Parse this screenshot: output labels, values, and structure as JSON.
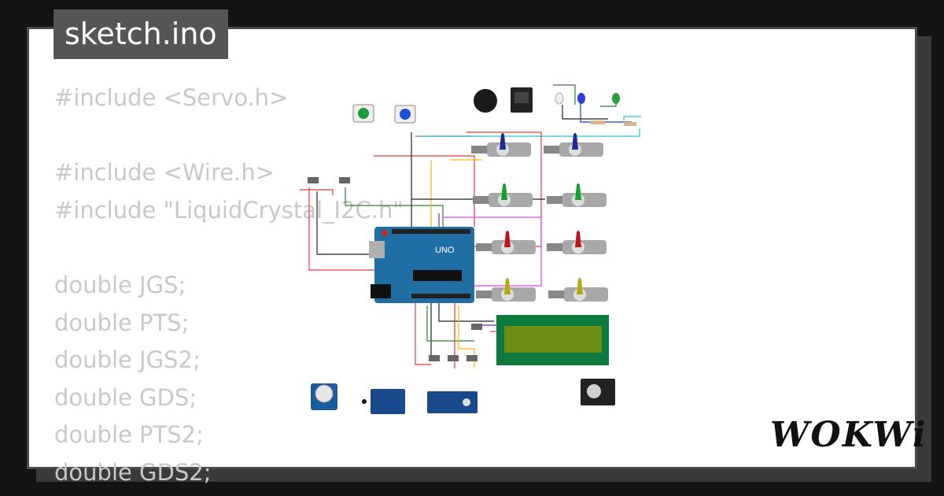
{
  "tab": {
    "filename": "sketch.ino"
  },
  "code_lines": [
    "#include <Servo.h>",
    "",
    "#include <Wire.h>",
    "#include \"LiquidCrystal_I2C.h\"",
    "",
    "double JGS;",
    "double PTS;",
    "double JGS2;",
    "double GDS;",
    "double PTS2;",
    "double GDS2;"
  ],
  "brand": {
    "logo_text": "WOKWi"
  },
  "arduino": {
    "label": "UNO"
  }
}
